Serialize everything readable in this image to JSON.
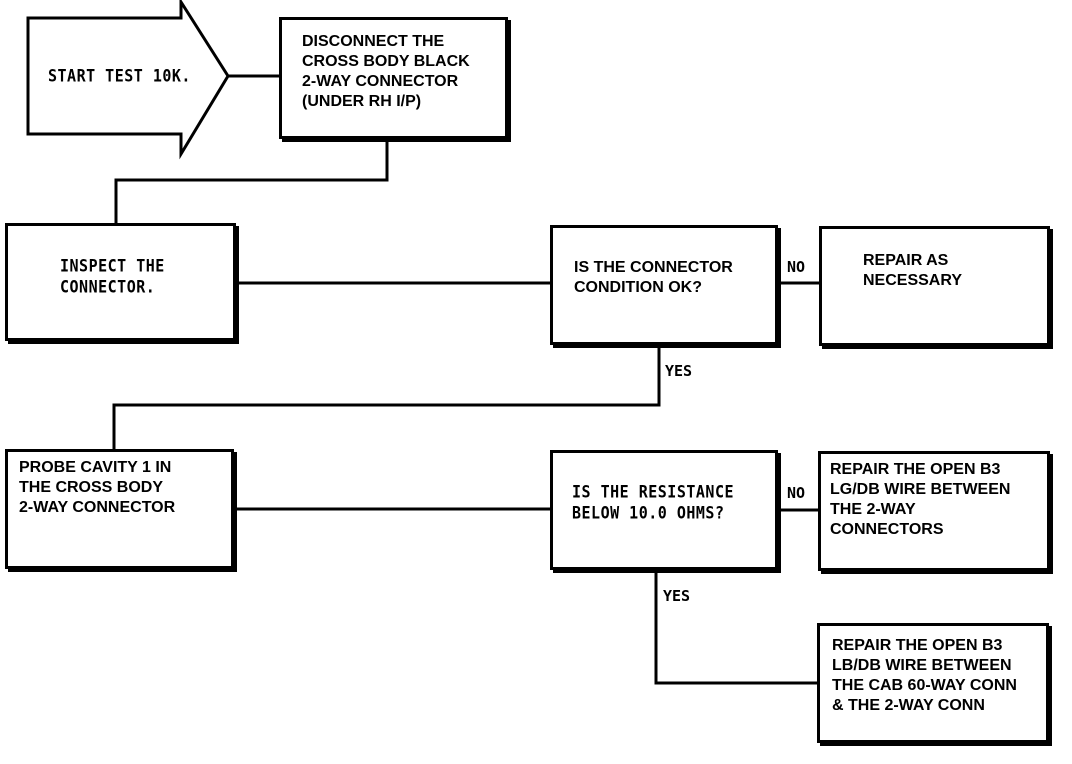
{
  "start": {
    "label": "START TEST 10K."
  },
  "disconnect": {
    "lines": "DISCONNECT THE\nCROSS BODY BLACK\n2-WAY CONNECTOR\n(UNDER RH I/P)"
  },
  "inspect": {
    "lines": "INSPECT THE\nCONNECTOR."
  },
  "connector_ok": {
    "lines": "IS THE CONNECTOR\nCONDITION OK?"
  },
  "repair_necessary": {
    "lines": "REPAIR AS\nNECESSARY"
  },
  "probe": {
    "lines": "PROBE CAVITY 1 IN\nTHE CROSS BODY\n2-WAY CONNECTOR"
  },
  "resistance": {
    "lines": "IS THE RESISTANCE\nBELOW 10.0 OHMS?"
  },
  "repair_lg": {
    "lines": "REPAIR THE OPEN B3\nLG/DB WIRE BETWEEN\nTHE 2-WAY\nCONNECTORS"
  },
  "repair_lb": {
    "lines": "REPAIR THE OPEN B3\nLB/DB WIRE BETWEEN\nTHE CAB 60-WAY CONN\n& THE 2-WAY CONN"
  },
  "labels": {
    "no_1": "NO",
    "yes_1": "YES",
    "no_2": "NO",
    "yes_2": "YES"
  }
}
